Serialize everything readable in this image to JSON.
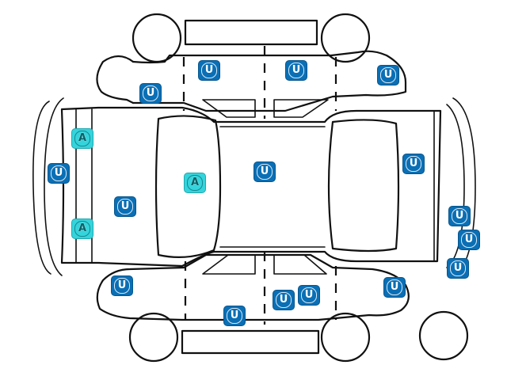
{
  "diagram": {
    "legend_colors": {
      "U": "#0a6fb5",
      "A": "#35d4dc"
    },
    "markers": [
      {
        "id": "m1",
        "code": "U",
        "area": "left-mirror-upper"
      },
      {
        "id": "m2",
        "code": "U",
        "area": "front-left-door-top"
      },
      {
        "id": "m3",
        "code": "U",
        "area": "rear-left-door-top"
      },
      {
        "id": "m4",
        "code": "U",
        "area": "rear-left-fender-top"
      },
      {
        "id": "m5",
        "code": "A",
        "area": "front-bumper-upper"
      },
      {
        "id": "m6",
        "code": "U",
        "area": "front-bumper-center"
      },
      {
        "id": "m7",
        "code": "A",
        "area": "front-bumper-lower"
      },
      {
        "id": "m8",
        "code": "U",
        "area": "hood"
      },
      {
        "id": "m9",
        "code": "A",
        "area": "windshield"
      },
      {
        "id": "m10",
        "code": "U",
        "area": "roof"
      },
      {
        "id": "m11",
        "code": "U",
        "area": "trunk"
      },
      {
        "id": "m12",
        "code": "U",
        "area": "rear-bumper-upper"
      },
      {
        "id": "m13",
        "code": "U",
        "area": "rear-bumper-center"
      },
      {
        "id": "m14",
        "code": "U",
        "area": "rear-bumper-lower"
      },
      {
        "id": "m15",
        "code": "U",
        "area": "front-right-fender"
      },
      {
        "id": "m16",
        "code": "U",
        "area": "front-right-door-bottom"
      },
      {
        "id": "m17",
        "code": "U",
        "area": "rear-right-door-bottom-a"
      },
      {
        "id": "m18",
        "code": "U",
        "area": "rear-right-door-bottom-b"
      },
      {
        "id": "m19",
        "code": "U",
        "area": "rear-right-fender"
      }
    ]
  }
}
